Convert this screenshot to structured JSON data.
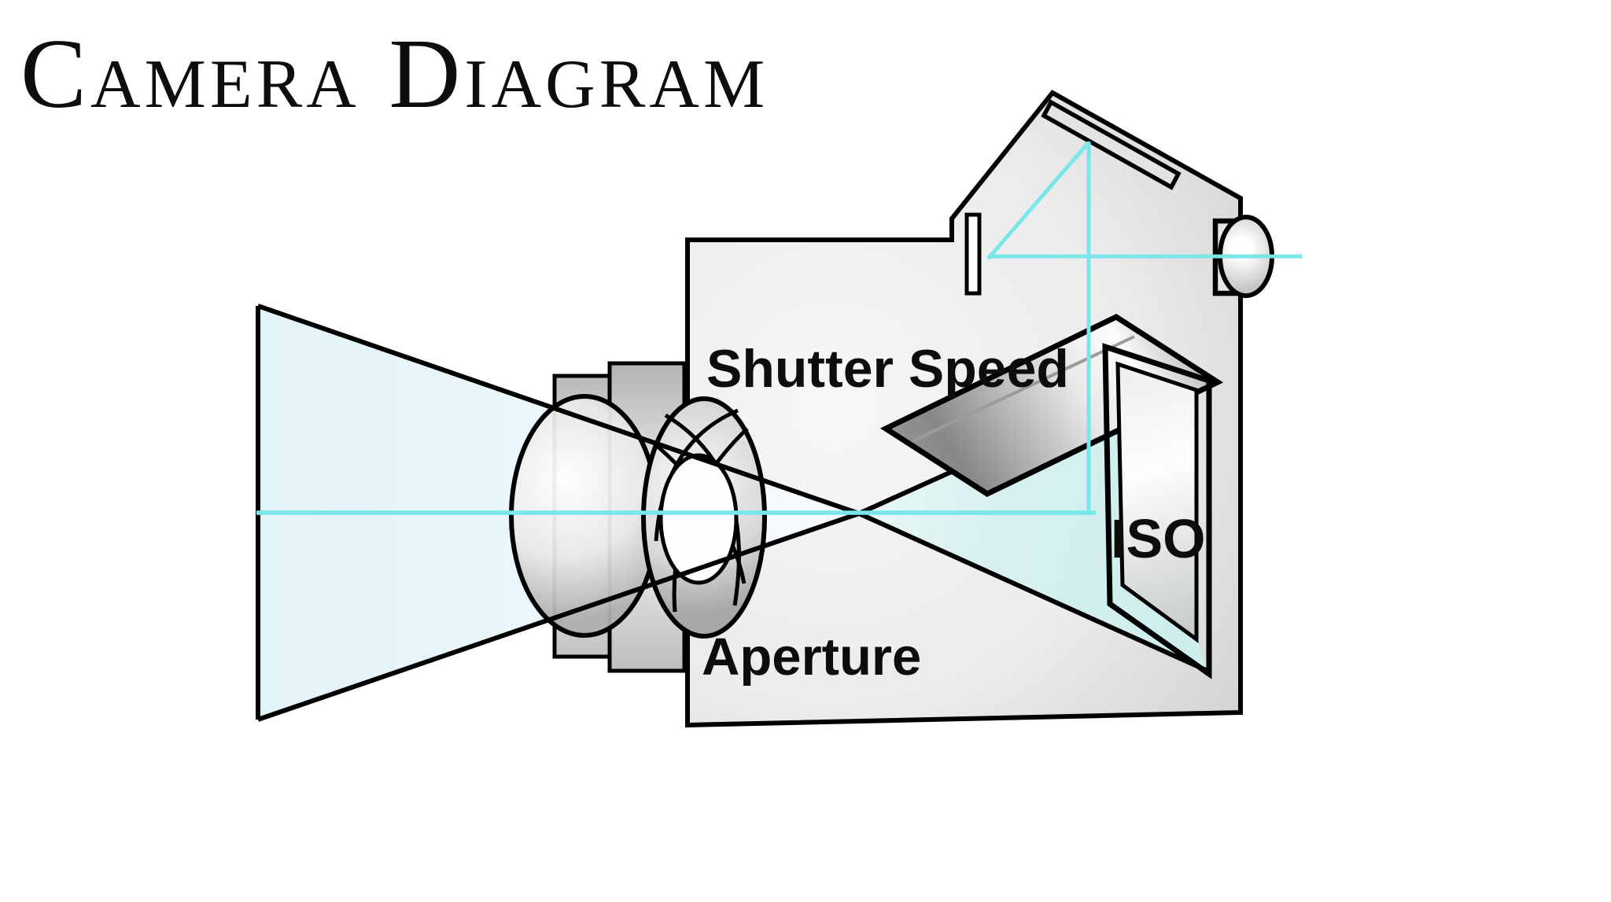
{
  "title": "Camera Diagram",
  "labels": {
    "shutter_speed": "Shutter Speed",
    "aperture": "Aperture",
    "iso": "ISO"
  },
  "colors": {
    "outline": "#000000",
    "text": "#0d0d0d",
    "beam": "#79e7e9",
    "beam_fill_left": "#e2f3f9",
    "beam_fill_right": "#d6f0ef",
    "body_light": "#f6f6f6",
    "body_dark": "#c7c7c7"
  }
}
